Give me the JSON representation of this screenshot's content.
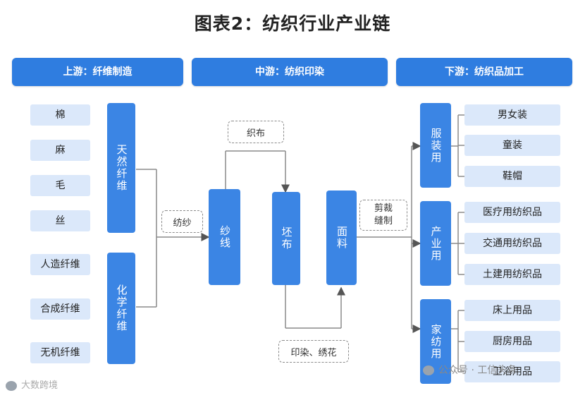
{
  "title": "图表2：纺织行业产业链",
  "headers": {
    "upstream": "上游：纤维制造",
    "midstream": "中游：纺织印染",
    "downstream": "下游：纺织品加工"
  },
  "upstream": {
    "fibers": [
      "棉",
      "麻",
      "毛",
      "丝",
      "人造纤维",
      "合成纤维",
      "无机纤维"
    ],
    "natural": "天然纤维",
    "chemical": "化学纤维"
  },
  "midstream": {
    "spinning": "纺纱",
    "yarn": "纱线",
    "weaving": "织布",
    "greige": "坯布",
    "fabric": "面料",
    "dyeing": "印染、绣花",
    "cutting_line1": "剪裁",
    "cutting_line2": "缝制"
  },
  "downstream": {
    "clothing": {
      "label": "服装用",
      "items": [
        "男女装",
        "童装",
        "鞋帽"
      ]
    },
    "industrial": {
      "label": "产业用",
      "items": [
        "医疗用纺织品",
        "交通用纺织品",
        "土建用纺织品"
      ]
    },
    "home": {
      "label": "家纺用",
      "items": [
        "床上用品",
        "厨房用品",
        "卫浴用品"
      ]
    }
  },
  "watermarks": {
    "left": "大数跨境",
    "right": "公众号 · 工信头条"
  }
}
